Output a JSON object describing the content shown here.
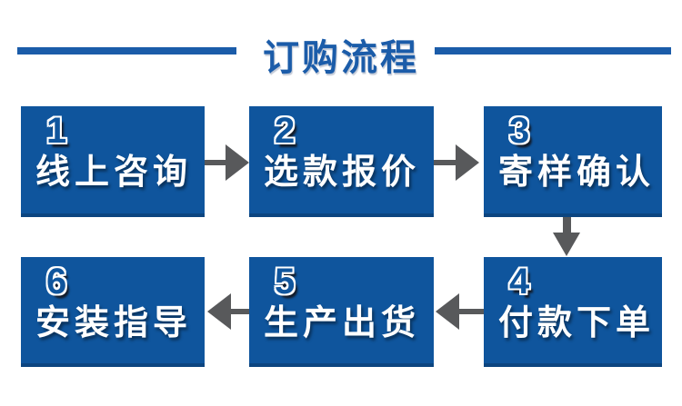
{
  "colors": {
    "box": "#0f559d",
    "title": "#1b5ca9",
    "arrow": "#58595b"
  },
  "header": {
    "title": "订购流程"
  },
  "steps": [
    {
      "number": "1",
      "label": "线上咨询"
    },
    {
      "number": "2",
      "label": "选款报价"
    },
    {
      "number": "3",
      "label": "寄样确认"
    },
    {
      "number": "4",
      "label": "付款下单"
    },
    {
      "number": "5",
      "label": "生产出货"
    },
    {
      "number": "6",
      "label": "安装指导"
    }
  ],
  "flow": {
    "sequence": "1 → 2 → 3 ↓ 4 → 5 → 6"
  }
}
